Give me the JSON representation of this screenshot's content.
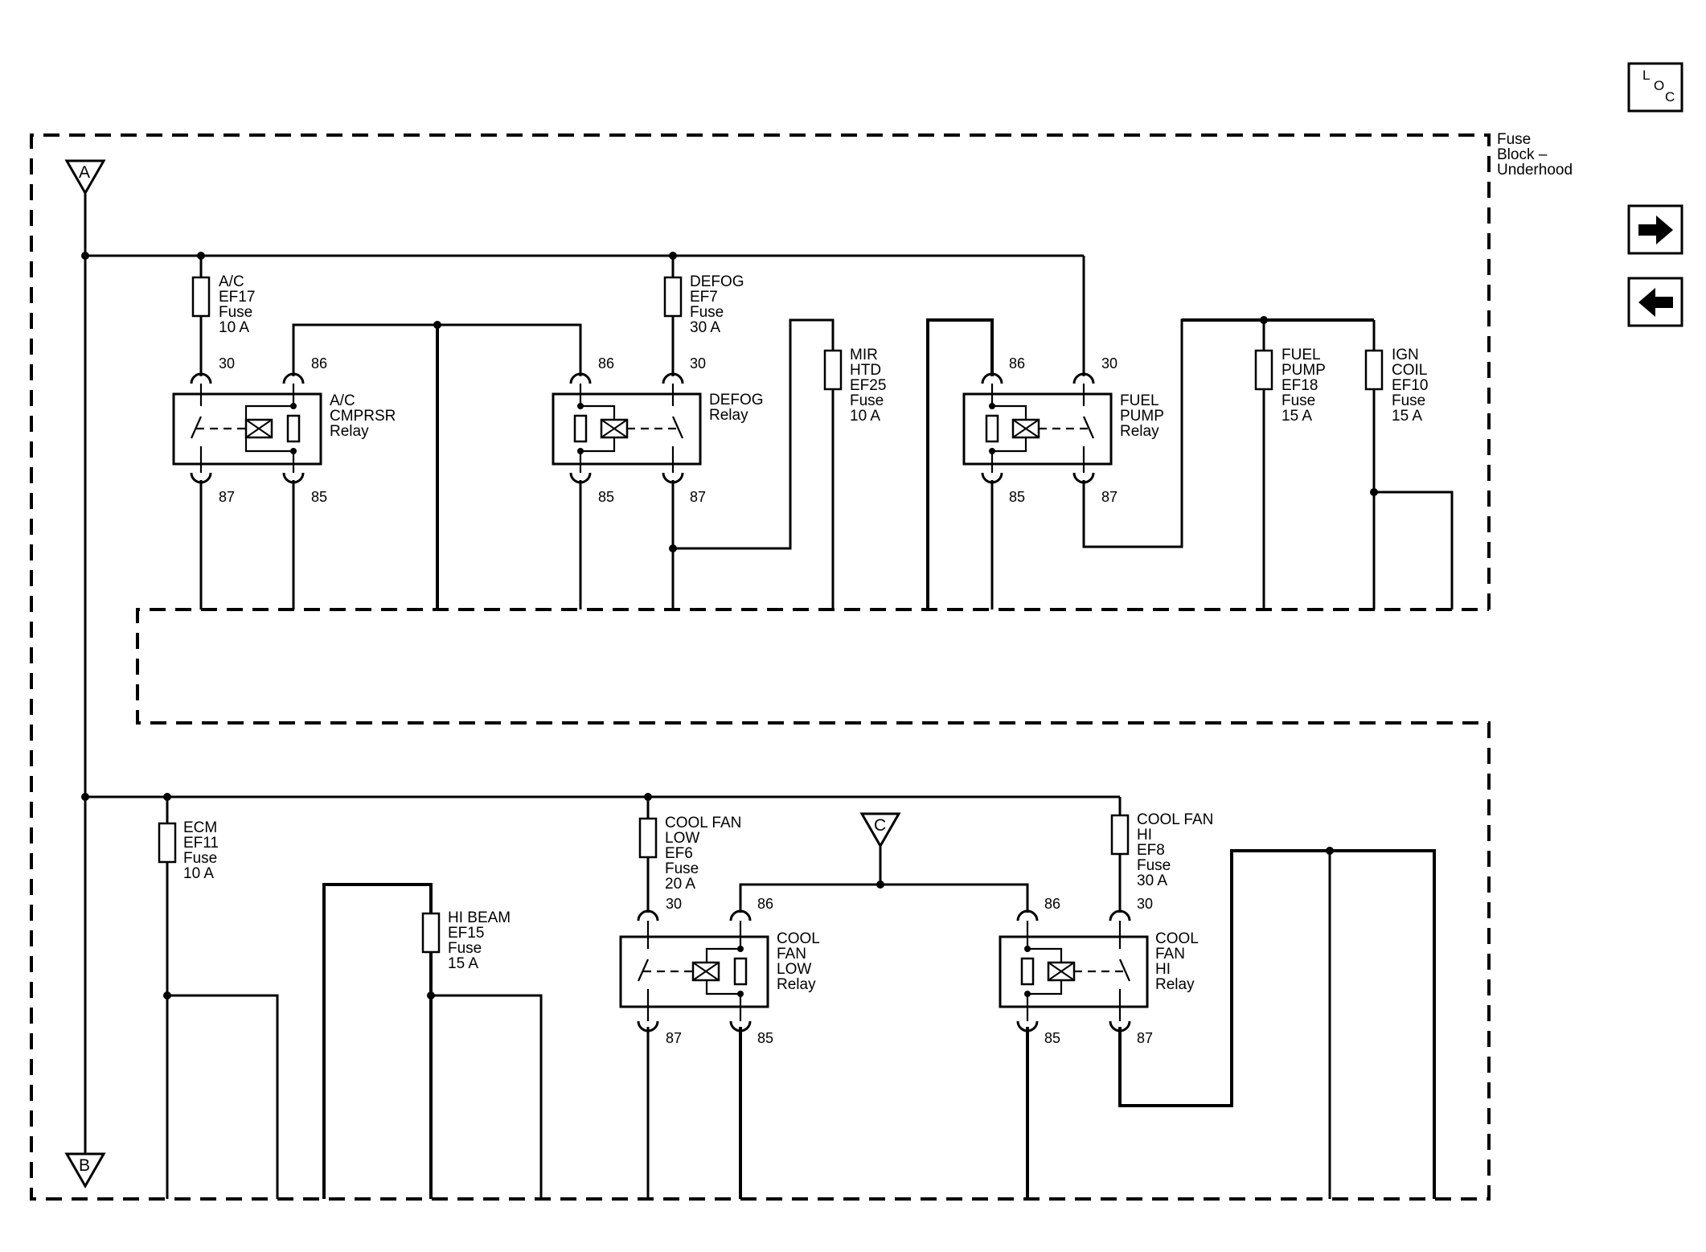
{
  "nav": {
    "loc_l": "L",
    "loc_o": "O",
    "loc_c": "C",
    "next_icon": "arrow-right-icon",
    "prev_icon": "arrow-left-icon"
  },
  "component": {
    "title_1": "Fuse",
    "title_2": "Block –",
    "title_3": "Underhood"
  },
  "connectors": {
    "a": "A",
    "b": "B",
    "c": "C"
  },
  "fuses": {
    "ef17": [
      "A/C",
      "EF17",
      "Fuse",
      "10 A"
    ],
    "ef7": [
      "DEFOG",
      "EF7",
      "Fuse",
      "30 A"
    ],
    "ef25": [
      "MIR",
      "HTD",
      "EF25",
      "Fuse",
      "10 A"
    ],
    "ef18": [
      "FUEL",
      "PUMP",
      "EF18",
      "Fuse",
      "15 A"
    ],
    "ef10": [
      "IGN",
      "COIL",
      "EF10",
      "Fuse",
      "15 A"
    ],
    "ef11": [
      "ECM",
      "EF11",
      "Fuse",
      "10 A"
    ],
    "ef15": [
      "HI BEAM",
      "EF15",
      "Fuse",
      "15 A"
    ],
    "ef6": [
      "COOL FAN",
      "LOW",
      "EF6",
      "Fuse",
      "20 A"
    ],
    "ef8": [
      "COOL FAN",
      "HI",
      "EF8",
      "Fuse",
      "30 A"
    ]
  },
  "relays": {
    "ac": {
      "label": [
        "A/C",
        "CMPRSR",
        "Relay"
      ],
      "pins": [
        "30",
        "86",
        "87",
        "85"
      ]
    },
    "defog": {
      "label": [
        "DEFOG",
        "Relay"
      ],
      "pins": [
        "86",
        "30",
        "85",
        "87"
      ]
    },
    "fuel": {
      "label": [
        "FUEL",
        "PUMP",
        "Relay"
      ],
      "pins": [
        "86",
        "30",
        "85",
        "87"
      ]
    },
    "low": {
      "label": [
        "COOL",
        "FAN",
        "LOW",
        "Relay"
      ],
      "pins": [
        "30",
        "86",
        "87",
        "85"
      ]
    },
    "hi": {
      "label": [
        "COOL",
        "FAN",
        "HI",
        "Relay"
      ],
      "pins": [
        "86",
        "30",
        "85",
        "87"
      ]
    }
  }
}
